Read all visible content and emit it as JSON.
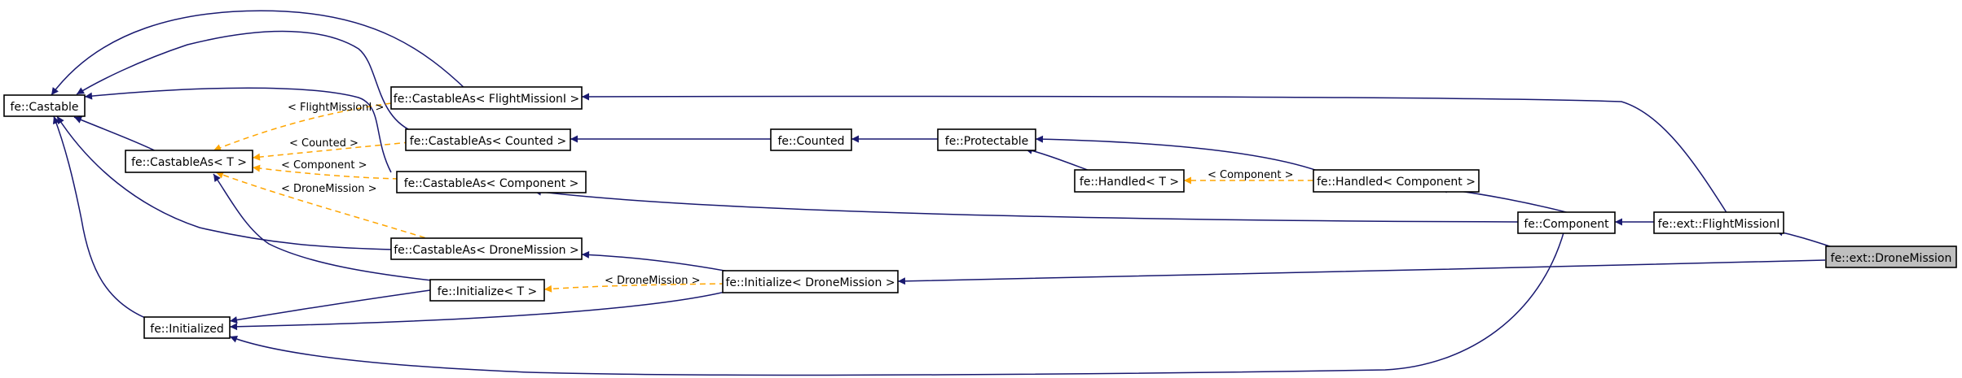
{
  "diagram": {
    "nodes": {
      "castable": "fe::Castable",
      "castable_as_t": "fe::CastableAs< T >",
      "initialized": "fe::Initialized",
      "castable_as_flightmission": "fe::CastableAs< FlightMissionI >",
      "castable_as_counted": "fe::CastableAs< Counted >",
      "castable_as_component": "fe::CastableAs< Component >",
      "castable_as_dronemission": "fe::CastableAs< DroneMission >",
      "initialize_t": "fe::Initialize< T >",
      "initialize_dronemission": "fe::Initialize< DroneMission >",
      "counted": "fe::Counted",
      "protectable": "fe::Protectable",
      "handled_t": "fe::Handled< T >",
      "handled_component": "fe::Handled< Component >",
      "component": "fe::Component",
      "flightmission": "fe::ext::FlightMissionI",
      "dronemission": "fe::ext::DroneMission"
    },
    "edge_labels": {
      "flightmission": "< FlightMissionI >",
      "counted": "< Counted >",
      "component": "< Component >",
      "dronemission": "< DroneMission >",
      "initialize_dronemission": "< DroneMission >",
      "handled_component": "< Component >"
    },
    "colors": {
      "inheritance_edge": "#191970",
      "template_edge": "#ffa500",
      "focus_node_fill": "#bfbfbf"
    }
  }
}
